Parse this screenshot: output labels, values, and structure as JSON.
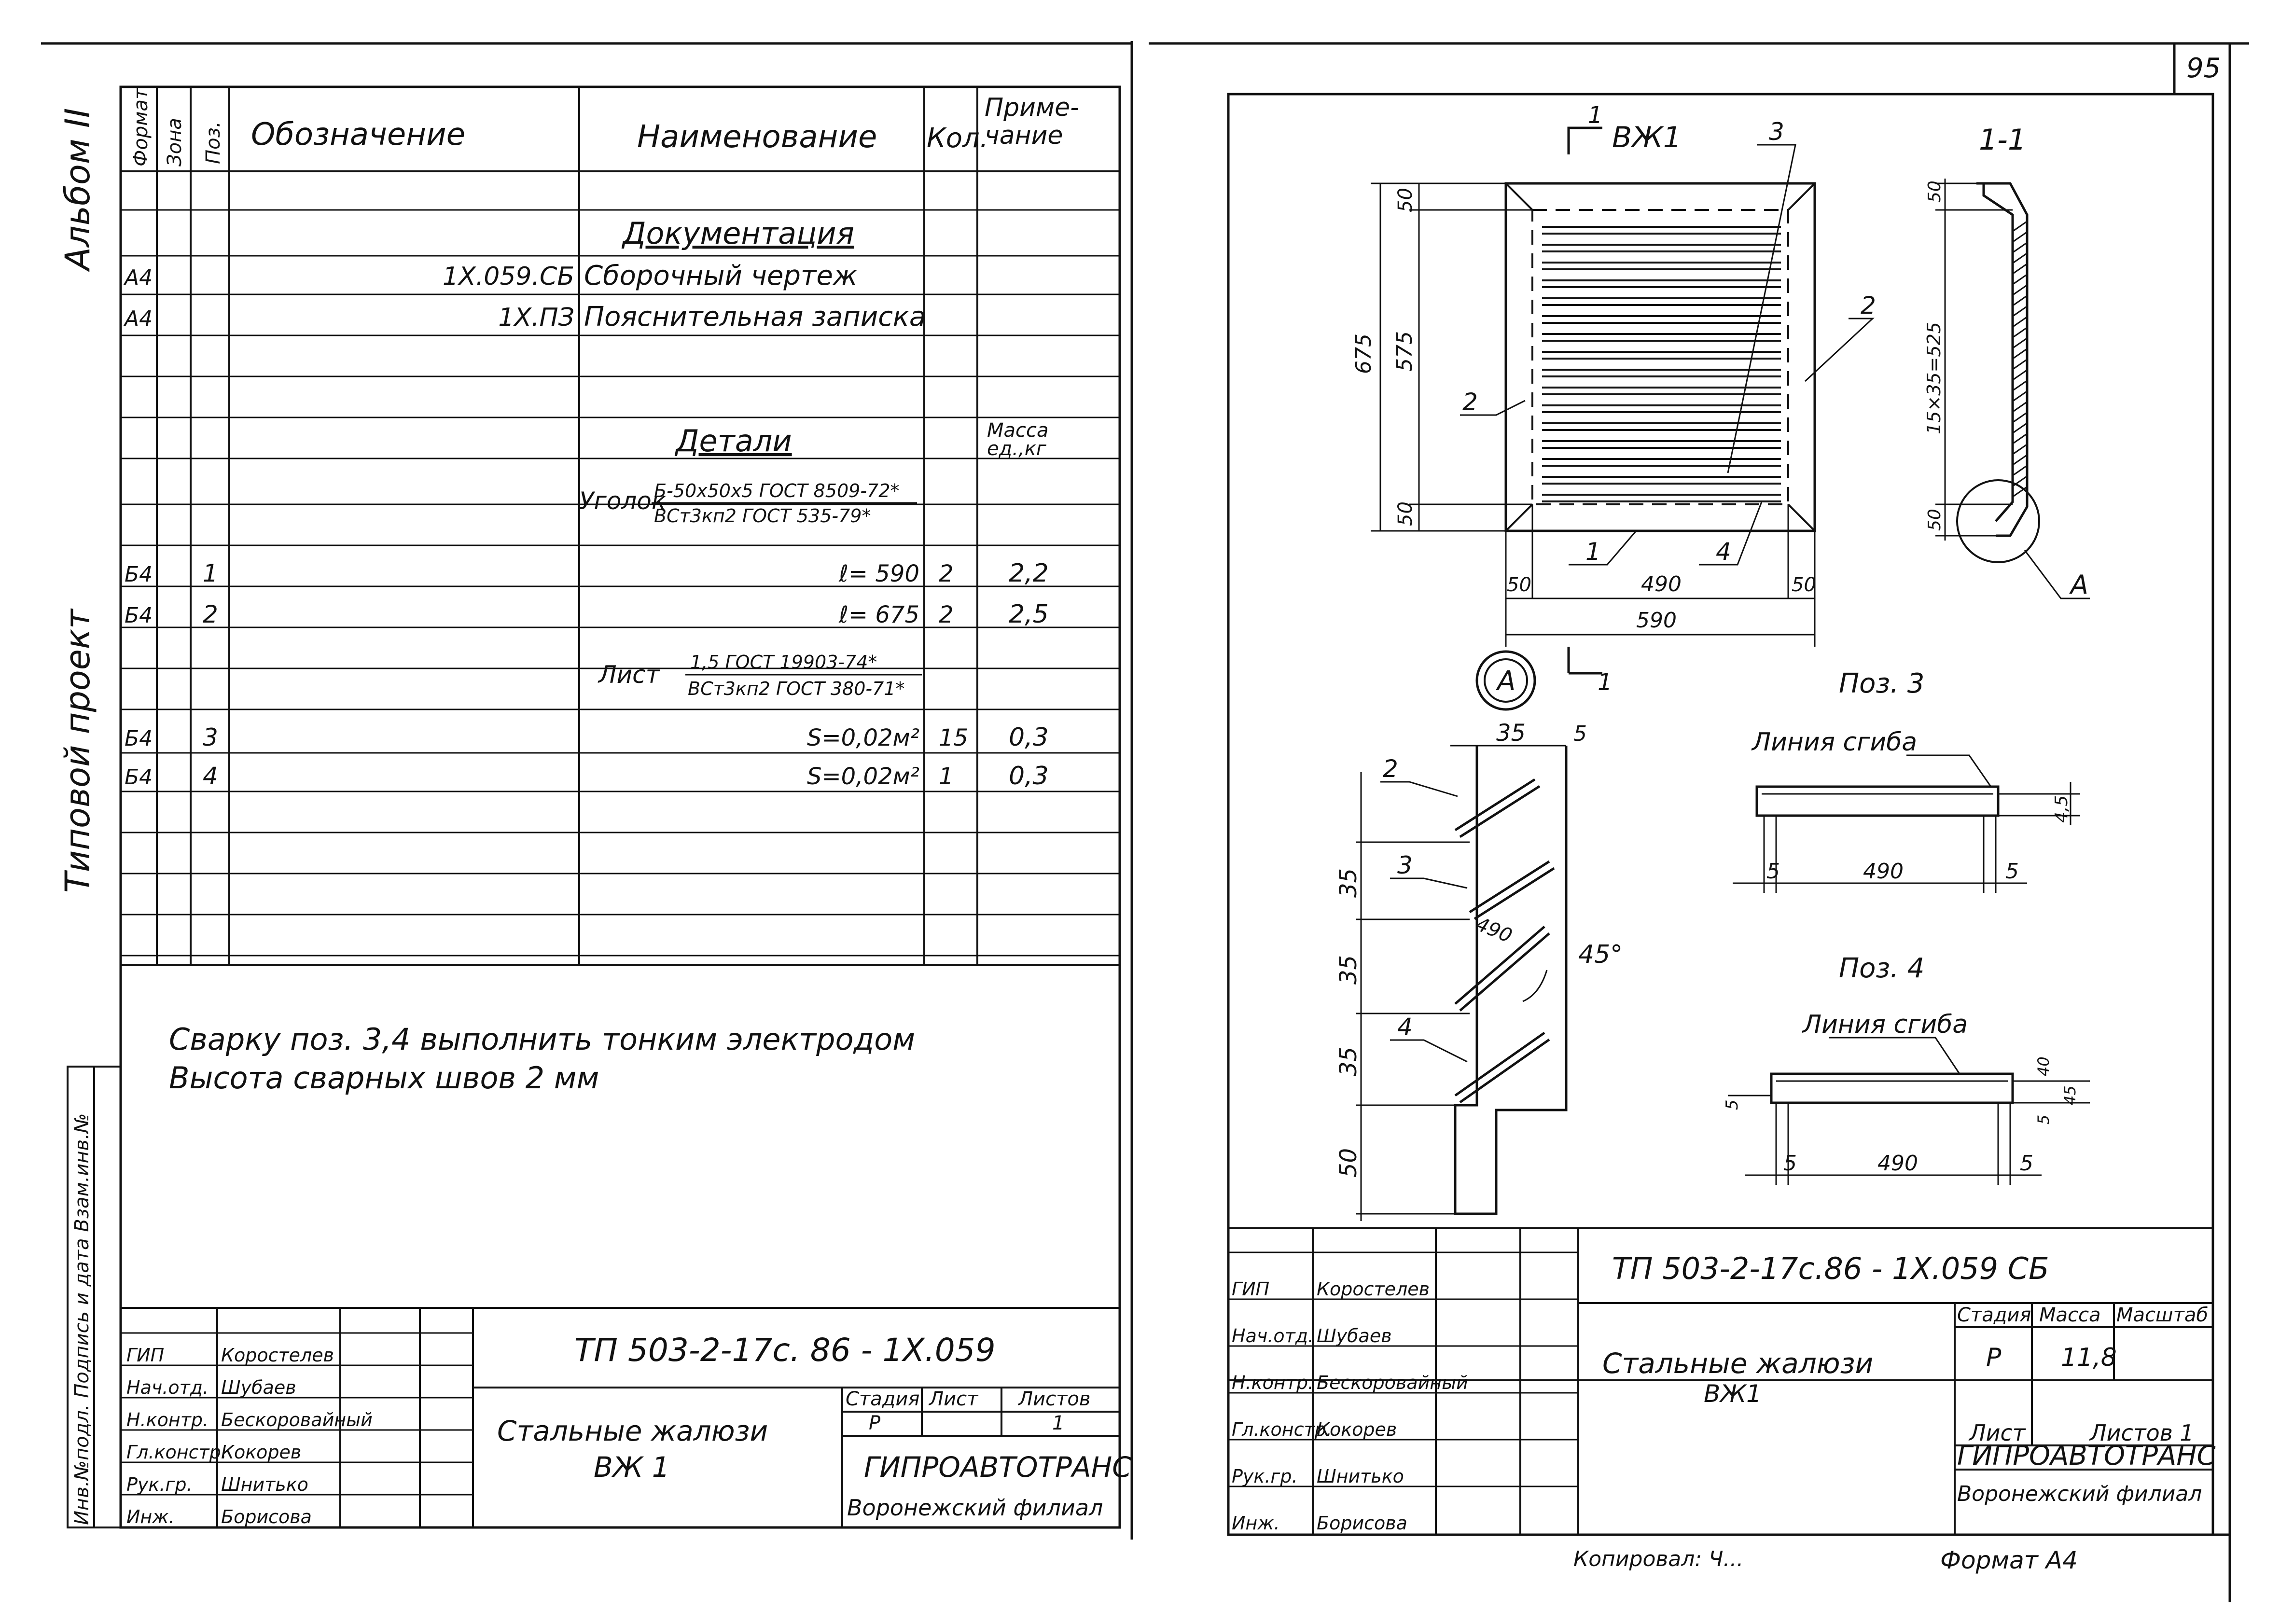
{
  "page_number": "95",
  "left_margin": {
    "album": "Альбом II",
    "project": "Типовой проект",
    "stamp": "Инв.№подл. Подпись и дата Взам.инв.№"
  },
  "spec": {
    "headers": {
      "format": "Формат",
      "zone": "Зона",
      "pos": "Поз.",
      "designation": "Обозначение",
      "name": "Наименование",
      "qty": "Кол.",
      "note": "Приме-\nчание"
    },
    "section_docs": "Документация",
    "section_parts": "Детали",
    "mass_note": "Масса\nед.,кг",
    "rows": [
      {
        "format": "А4",
        "designation": "1Х.059.СБ",
        "name": "Сборочный чертеж"
      },
      {
        "format": "А4",
        "designation": "1Х.ПЗ",
        "name": "Пояснительная записка"
      }
    ],
    "angle_label": "Уголок",
    "angle_num": "Б-50х50х5 ГОСТ 8509-72*",
    "angle_den": "ВСт3кп2 ГОСТ 535-79*",
    "sheet_label": "Лист",
    "sheet_num": "1,5 ГОСТ 19903-74*",
    "sheet_den": "ВСт3кп2 ГОСТ 380-71*",
    "parts": [
      {
        "format": "Б4",
        "pos": "1",
        "name": "ℓ= 590",
        "qty": "2",
        "note": "2,2"
      },
      {
        "format": "Б4",
        "pos": "2",
        "name": "ℓ= 675",
        "qty": "2",
        "note": "2,5"
      },
      {
        "format": "Б4",
        "pos": "3",
        "name": "S=0,02м²",
        "qty": "15",
        "note": "0,3"
      },
      {
        "format": "Б4",
        "pos": "4",
        "name": "S=0,02м²",
        "qty": "1",
        "note": "0,3"
      }
    ]
  },
  "notes": [
    "Сварку поз. 3,4 выполнить тонким электродом",
    "Высота сварных швов 2 мм"
  ],
  "title_block_left": {
    "code": "ТП 503-2-17с. 86 - 1Х.059",
    "title": "Стальные жалюзи",
    "subtitle": "ВЖ 1",
    "stage_h": "Стадия",
    "sheet_h": "Лист",
    "sheets_h": "Листов",
    "stage": "Р",
    "sheets": "1",
    "org": "ГИПРОАВТОТРАНС",
    "branch": "Воронежский филиал",
    "people": [
      {
        "role": "ГИП",
        "name": "Коростелев"
      },
      {
        "role": "Нач.отд.",
        "name": "Шубаев"
      },
      {
        "role": "Н.контр.",
        "name": "Бескоровайный"
      },
      {
        "role": "Гл.констр.",
        "name": "Кокорев"
      },
      {
        "role": "Рук.гр.",
        "name": "Шнитько"
      },
      {
        "role": "Инж.",
        "name": "Борисова"
      }
    ]
  },
  "title_block_right": {
    "code": "ТП 503-2-17с.86 - 1Х.059 СБ",
    "title": "Стальные жалюзи",
    "subtitle": "ВЖ1",
    "stage_h": "Стадия",
    "mass_h": "Масса",
    "scale_h": "Масштаб",
    "stage": "Р",
    "mass": "11,8",
    "sheet_h": "Лист",
    "sheets_h": "Листов 1",
    "org": "ГИПРОАВТОТРАНС",
    "branch": "Воронежский филиал",
    "people": [
      {
        "role": "ГИП",
        "name": "Коростелев"
      },
      {
        "role": "Нач.отд.",
        "name": "Шубаев"
      },
      {
        "role": "Н.контр.",
        "name": "Бескоровайный"
      },
      {
        "role": "Гл.констр.",
        "name": "Кокорев"
      },
      {
        "role": "Рук.гр.",
        "name": "Шнитько"
      },
      {
        "role": "Инж.",
        "name": "Борисова"
      }
    ]
  },
  "drawing": {
    "view_label": "ВЖ1",
    "section_mark": "1",
    "section_title": "1-1",
    "pos3_title": "Поз. 3",
    "pos4_title": "Поз. 4",
    "bend_line": "Линия сгиба",
    "bend_line4": "Линия сгиба",
    "callout_a": "А",
    "dims": {
      "h675": "675",
      "h575": "575",
      "d50a": "50",
      "d50b": "50",
      "w490": "490",
      "w590": "590",
      "w50a": "50",
      "w50b": "50",
      "s50a": "50",
      "s50b": "50",
      "s15x35": "15×35=525",
      "n35": "35",
      "n5": "5",
      "n35a": "35",
      "n35b": "35",
      "n35c": "35",
      "n50": "50",
      "n490": "490",
      "n45": "45°",
      "p3_490": "490",
      "p3_5a": "5",
      "p3_5b": "5",
      "p3_45": "4,5",
      "p4_490": "490",
      "p4_5a": "5",
      "p4_5b": "5",
      "p4_5c": "5",
      "p4_40": "40",
      "p4_45": "45",
      "p4_5d": "5"
    },
    "leaders": {
      "l1": "1",
      "l2a": "2",
      "l2b": "2",
      "l3": "3",
      "l4": "4",
      "n2": "2",
      "n3": "3",
      "n4": "4",
      "sa": "А"
    }
  },
  "footer": {
    "copied": "Копировал: Ч...",
    "format": "Формат А4"
  }
}
